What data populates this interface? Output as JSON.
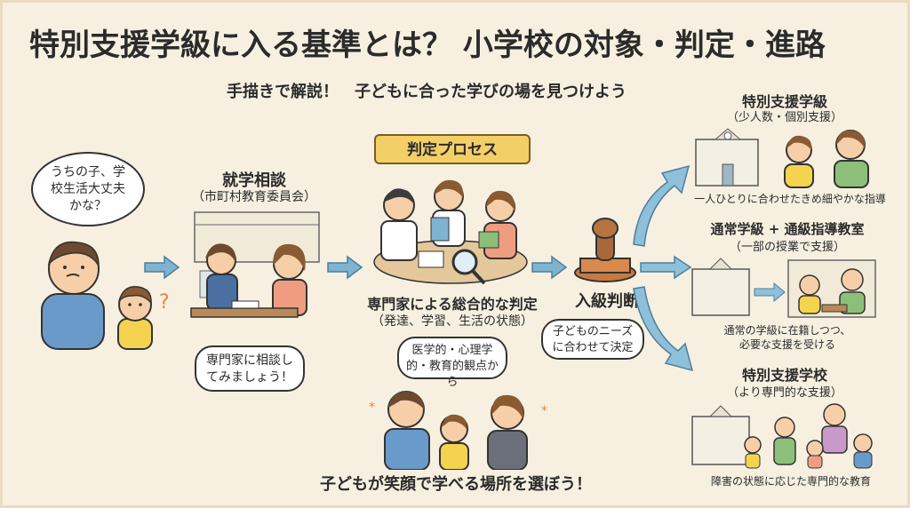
{
  "title": {
    "part1": "特別支援学級に入る基準とは？",
    "part2": "小学校の対象・判定・進路"
  },
  "subtitle": "手描きで解説！　子どもに合った学びの場を見つけよう",
  "parent_thought": "うちの子、学校生活大丈夫かな？",
  "consult": {
    "title": "就学相談",
    "sub": "（市町村教育委員会）",
    "bubble": "専門家に相談してみましょう！"
  },
  "process": {
    "banner": "判定プロセス",
    "caption": "専門家による総合的な判定",
    "sub": "（発達、学習、生活の状態）",
    "bubble": "医学的・心理学的・教育的観点から"
  },
  "decision": {
    "title": "入級判断",
    "bubble": "子どものニーズに合わせて決定"
  },
  "bottom": "子どもが笑顔で学べる場所を選ぼう！",
  "paths": [
    {
      "title": "特別支援学級",
      "sub": "（少人数・個別支援）",
      "desc": "一人ひとりに合わせたきめ細やかな指導"
    },
    {
      "title": "通常学級 + 通級指導教室",
      "sub": "（一部の授業で支援）",
      "desc1": "通常の学級に在籍しつつ、",
      "desc2": "必要な支援を受ける"
    },
    {
      "title": "特別支援学校",
      "sub": "（より専門的な支援）",
      "desc": "障害の状態に応じた専門的な教育"
    }
  ],
  "colors": {
    "highlight": "#f3d77a",
    "arrow": "#7fb3cf",
    "banner": "#f3cf67"
  }
}
